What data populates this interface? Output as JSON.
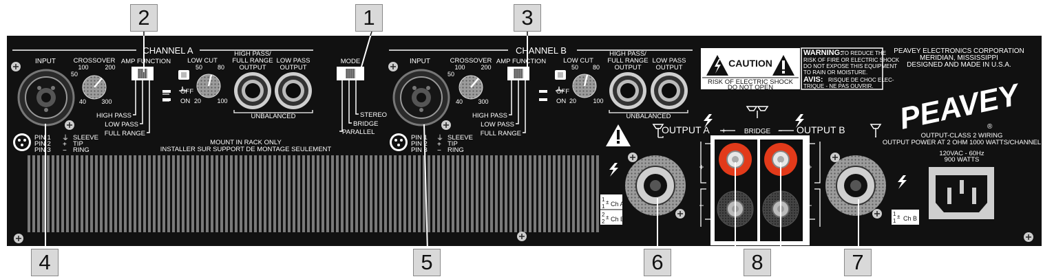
{
  "callouts": {
    "n1": "1",
    "n2": "2",
    "n3": "3",
    "n4": "4",
    "n5": "5",
    "n6": "6",
    "n7": "7",
    "n8": "8"
  },
  "channel_a": {
    "header": "CHANNEL A",
    "input": "INPUT",
    "crossover": "CROSSOVER",
    "xo_ticks": {
      "t100": "100",
      "t50": "50",
      "t200": "200",
      "t40": "40",
      "t300": "300"
    },
    "amp_function": "AMP FUNCTION",
    "low_cut": "LOW CUT",
    "lc_ticks": {
      "t50": "50",
      "t80": "80",
      "t20": "20",
      "t100": "100"
    },
    "off": "OFF",
    "on": "ON",
    "high_pass_output": [
      "HIGH PASS/",
      "FULL RANGE",
      "OUTPUT"
    ],
    "low_pass_output": [
      "LOW PASS",
      "OUTPUT"
    ],
    "unbalanced": "UNBALANCED",
    "fn_high": "HIGH PASS",
    "fn_low": "LOW PASS",
    "fn_full": "FULL RANGE"
  },
  "channel_b": {
    "header": "CHANNEL B",
    "input": "INPUT",
    "crossover": "CROSSOVER",
    "xo_ticks": {
      "t100": "100",
      "t50": "50",
      "t200": "200",
      "t40": "40",
      "t300": "300"
    },
    "amp_function": "AMP FUNCTION",
    "low_cut": "LOW CUT",
    "lc_ticks": {
      "t50": "50",
      "t80": "80",
      "t20": "20",
      "t100": "100"
    },
    "off": "OFF",
    "on": "ON",
    "high_pass_output": [
      "HIGH PASS/",
      "FULL RANGE",
      "OUTPUT"
    ],
    "low_pass_output": [
      "LOW PASS",
      "OUTPUT"
    ],
    "unbalanced": "UNBALANCED",
    "fn_high": "HIGH PASS",
    "fn_low": "LOW PASS",
    "fn_full": "FULL RANGE"
  },
  "mode": {
    "label": "MODE",
    "stereo": "STEREO",
    "bridge": "BRIDGE",
    "parallel": "PARALLEL"
  },
  "pins": {
    "p1": "PIN 1",
    "p2": "PIN 2",
    "p3": "PIN 3",
    "sleeve": "SLEEVE",
    "tip": "TIP",
    "ring": "RING",
    "s_gnd": "⏚",
    "s_plus": "+",
    "s_minus": "−"
  },
  "mount": {
    "line1": "MOUNT IN RACK ONLY",
    "line2": "INSTALLER SUR SUPPORT DE MONTAGE SEULEMENT"
  },
  "caution": {
    "title": "CAUTION",
    "risk": "RISK OF ELECTRIC SHOCK",
    "dno": "DO NOT OPEN"
  },
  "warning": {
    "w1a": "WARNING:",
    "w1b": "TO REDUCE THE",
    "w2": "RISK OF FIRE OR ELECTRIC SHOCK",
    "w3": "DO NOT EXPOSE THIS EQUIPMENT",
    "w4": "TO RAIN OR MOISTURE.",
    "w5a": "AVIS:",
    "w5b": "RISQUE DE CHOC ELEC-",
    "w6": "TRIQUE - NE PAS OUVRIR."
  },
  "maker": {
    "l1": "PEAVEY ELECTRONICS CORPORATION",
    "l2": "MERIDIAN, MISSISSIPPI",
    "l3": "DESIGNED AND MADE IN U.S.A."
  },
  "logo_text": "PEAVEY",
  "logo_mark": "®",
  "output": {
    "a": "OUTPUT A",
    "b": "OUTPUT B",
    "bridge": "BRIDGE",
    "plus": "+",
    "minus": "−",
    "cha_1": "1",
    "cha_1b": "1",
    "cha_pm": "±",
    "cha_label": "Ch A",
    "chb_2": "2",
    "chb_2b": "2",
    "chb_label": "Ch B"
  },
  "specs": {
    "l1": "OUTPUT-CLASS 2 WIRING",
    "l2": "OUTPUT POWER AT 2 OHM 1000 WATTS/CHANNEL",
    "l3": "120VAC - 60Hz",
    "l4": "900 WATTS"
  },
  "colors": {
    "panel": "#111111",
    "binding_red": "#e23a1a",
    "silver": "#b5b5b5",
    "callout_bg": "#d9d9d9"
  }
}
